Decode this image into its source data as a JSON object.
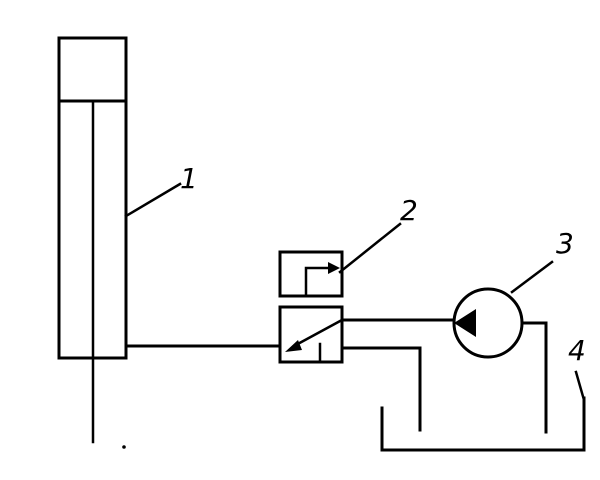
{
  "diagram": {
    "labels": {
      "cylinder": "1",
      "valve": "2",
      "pump": "3",
      "tank": "4"
    },
    "colors": {
      "stroke": "#000000",
      "background": "#ffffff"
    }
  }
}
